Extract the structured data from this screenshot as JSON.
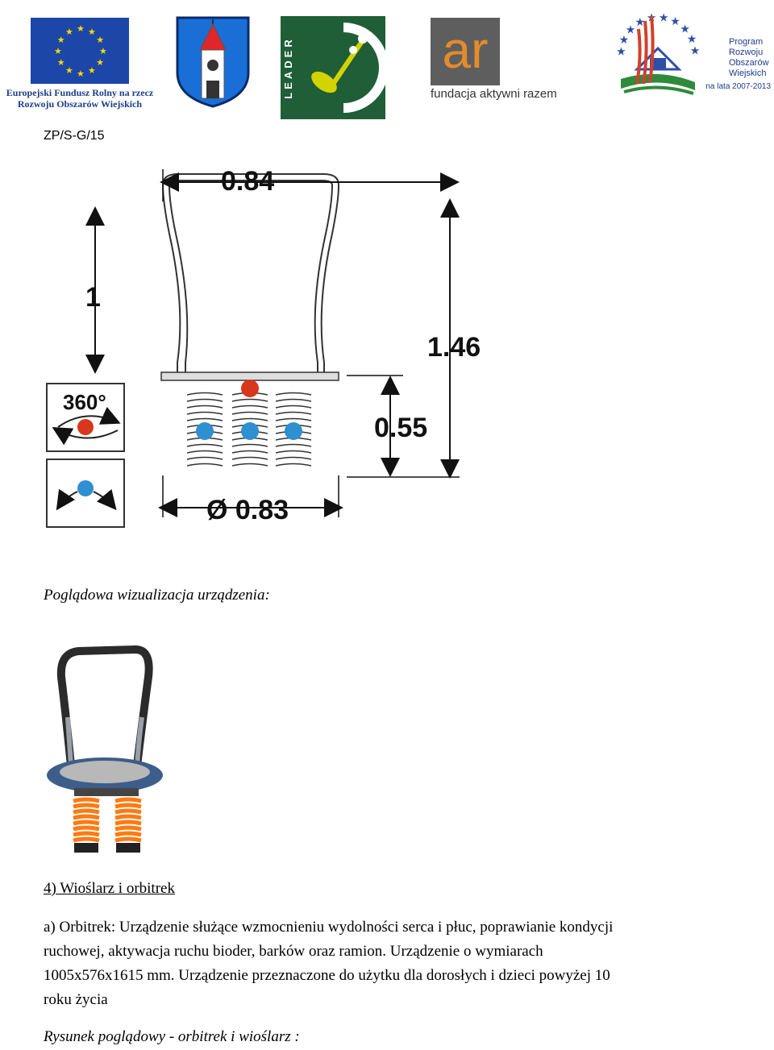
{
  "header": {
    "eu_logo": {
      "name": "eu-flag",
      "caption_line1": "Europejski Fundusz Rolny na rzecz",
      "caption_line2": "Rozwoju Obszarów Wiejskich",
      "colors": {
        "flag": "#1c47a8",
        "stars": "#ffd700"
      }
    },
    "coat_of_arms": {
      "name": "coat-of-arms",
      "colors": {
        "shield": "#1a6fd6",
        "tower": "#ffffff",
        "roof": "#e0262b"
      }
    },
    "leader_logo": {
      "text": "LEADER",
      "colors": {
        "background": "#1f5e37",
        "accent": "#d3d300"
      }
    },
    "ar_logo": {
      "mark": "ar",
      "caption": "fundacja aktywni razem",
      "colors": {
        "box": "#5e5e5e",
        "letters": "#e48b2a"
      }
    },
    "prow_logo": {
      "lines": [
        "Program",
        "Rozwoju",
        "Obszarów",
        "Wiejskich"
      ],
      "period": "na lata 2007-2013",
      "colors": {
        "text": "#1c3c8c",
        "star": "#2d4fa8",
        "red": "#d2402b",
        "green": "#2f8a3c"
      }
    }
  },
  "ref_code": "ZP/S-G/15",
  "technical_drawing": {
    "dimensions": {
      "top_width": "0.84",
      "handle_height": "1",
      "total_height": "1.46",
      "spring_height": "0.55",
      "diameter": "Ø 0.83"
    },
    "icons": [
      {
        "name": "rotate-360-icon",
        "label": "360°"
      },
      {
        "name": "tilt-icon",
        "label": ""
      }
    ],
    "colors": {
      "line": "#333333",
      "red_ball": "#d8361d",
      "blue_ball": "#2e8fd1"
    }
  },
  "visualization_caption": "Poglądowa wizualizacja urządzenia:",
  "render": {
    "name": "orbitrek-render",
    "colors": {
      "handle": "#2b2b2b",
      "pole": "#9aa0a8",
      "disc": "#3d5d8a",
      "mesh": "#b8b8b8",
      "spring": "#ff7a12"
    }
  },
  "section_heading": "4) Wioślarz i orbitrek",
  "description_lines": [
    "a) Orbitrek: Urządzenie służące wzmocnieniu wydolności serca i płuc, poprawianie kondycji",
    "ruchowej, aktywacja ruchu bioder, barków oraz ramion. Urządzenie o wymiarach",
    "1005x576x1615 mm. Urządzenie przeznaczone do użytku dla dorosłych i dzieci powyżej 10",
    "roku życia"
  ],
  "figure_caption": "Rysunek poglądowy - orbitrek i wioślarz :"
}
